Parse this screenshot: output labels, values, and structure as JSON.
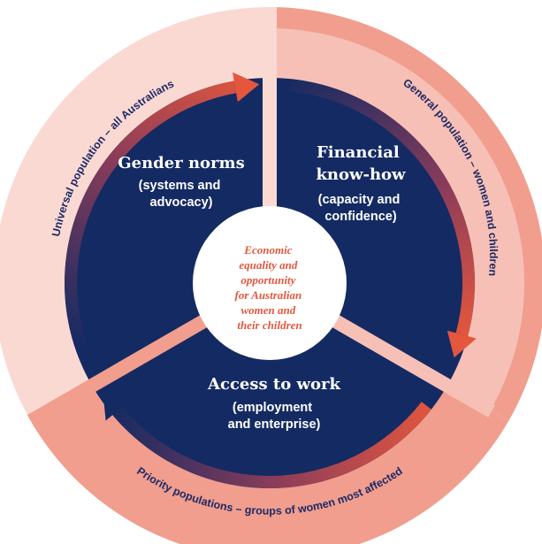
{
  "center": {
    "lines": [
      "Economic",
      "equality and",
      "opportunity",
      "for Australian",
      "women and",
      "their children"
    ]
  },
  "segments": [
    {
      "title": [
        "Gender norms"
      ],
      "subtitle": [
        "(systems and",
        "advocacy)"
      ]
    },
    {
      "title": [
        "Financial",
        "know-how"
      ],
      "subtitle": [
        "(capacity and",
        "confidence)"
      ]
    },
    {
      "title": [
        "Access to work"
      ],
      "subtitle": [
        "(employment",
        "and enterprise)"
      ]
    }
  ],
  "rings": {
    "universal": "Universal population – all Australians",
    "general": "General population – women and children",
    "priority": "Priority populations – groups of women most affected"
  },
  "colors": {
    "navy": "#142a63",
    "coral": "#e4573d",
    "ring_light": "#fbd9d3",
    "ring_mid": "#f7c0b6",
    "ring_dark": "#f19e8e",
    "center_text": "#e4573d",
    "ring_text": "#1e2a66"
  }
}
